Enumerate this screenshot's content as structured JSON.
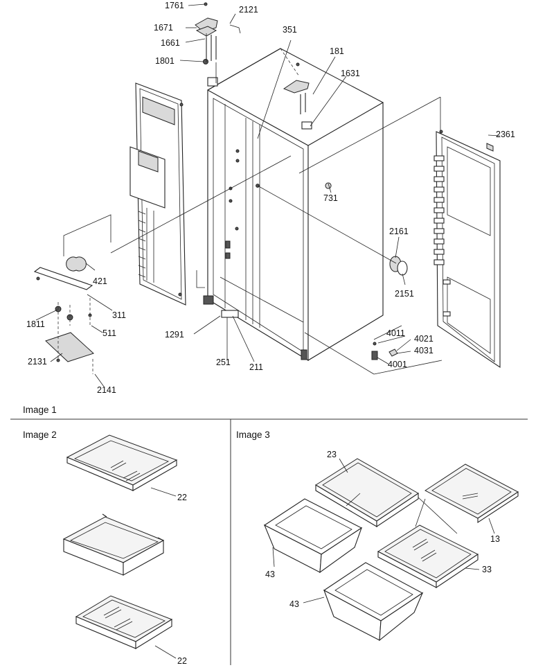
{
  "image1": {
    "caption": "Image 1",
    "labels": {
      "p1761": "1761",
      "p2121": "2121",
      "p1671": "1671",
      "p1661": "1661",
      "p351": "351",
      "p181": "181",
      "p1801": "1801",
      "p1631": "1631",
      "p2361": "2361",
      "p731": "731",
      "p2161": "2161",
      "p421": "421",
      "p2151": "2151",
      "p311": "311",
      "p1811": "1811",
      "p511": "511",
      "p1291": "1291",
      "p4011": "4011",
      "p4021": "4021",
      "p4031": "4031",
      "p2131": "2131",
      "p251": "251",
      "p211": "211",
      "p4001": "4001",
      "p2141": "2141"
    }
  },
  "image2": {
    "caption": "Image 2",
    "labels": {
      "shelf_top": "22",
      "shelf_bottom": "22"
    }
  },
  "image3": {
    "caption": "Image 3",
    "labels": {
      "cover_top": "23",
      "shelf_right": "13",
      "cover_mid": "33",
      "drawer_left": "43",
      "drawer_bottom": "43"
    }
  }
}
